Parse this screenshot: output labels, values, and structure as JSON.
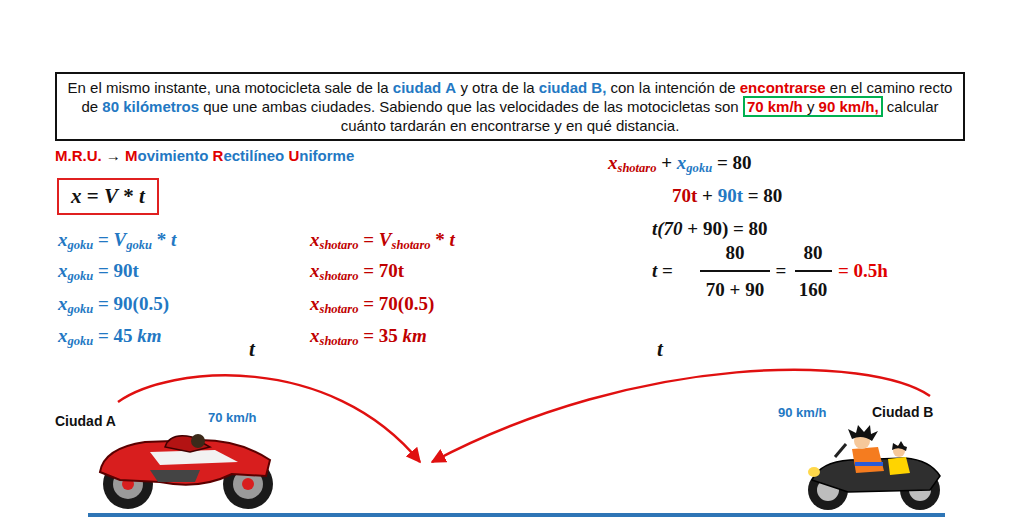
{
  "diagram": {
    "nodes": [
      {
        "text": [
          "En el mismo instante, una motocicleta sale de la ciudad A y otra de la ciudad B, con la intención de encontrarse en el camino recto de 80 kilómetros que une ambas ciudades. Sabiendo que las velocidades de las motocicletas son 70 km/h y 90 km/h, calcular cuánto tardarán en encontrarse y en qué distancia."
        ]
      },
      {
        "text": [
          "x = V * t"
        ]
      }
    ],
    "labels": [
      "M.R.U. → Movimiento Rectilíneo Uniforme",
      "xgoku = Vgoku * t",
      "xgoku = 90t",
      "xgoku = 90(0.5)",
      "xgoku = 45 km",
      "xshotaro = Vshotaro * t",
      "xshotaro = 70t",
      "xshotaro = 70(0.5)",
      "xshotaro = 35 km",
      "xshotaro + xgoku = 80",
      "70t + 90t = 80",
      "t(70 + 90) = 80",
      "t =",
      "80",
      "70 + 90",
      "=",
      "80",
      "160",
      "= 0.5h",
      "t",
      "t",
      "Ciudad A",
      "70 km/h",
      "90 km/h",
      "Ciudad B"
    ]
  }
}
